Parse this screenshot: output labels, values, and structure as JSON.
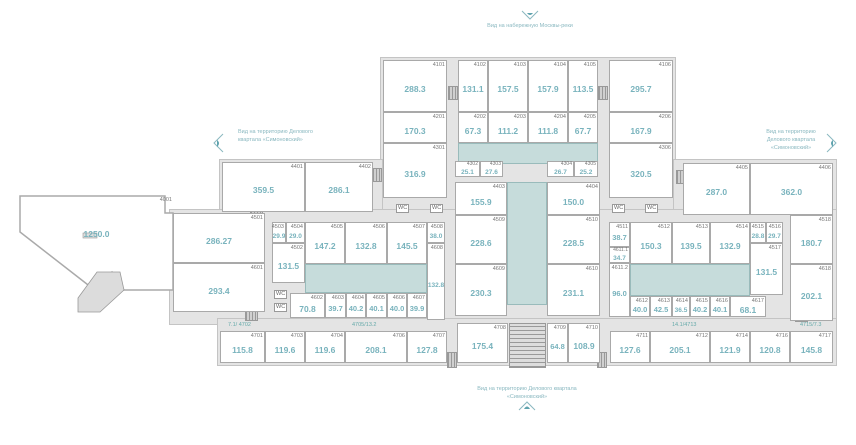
{
  "colors": {
    "area_text": "#79b3bd",
    "atrium": "#c6dcdb",
    "corridor": "#e4e4e4"
  },
  "views": {
    "top": "Вид на набережную Москвы-реки",
    "left": "Вид на территорию Делового квартала «Симоновский»",
    "right": "Вид на территорию Делового квартала «Симоновский»",
    "bottom": "Вид на территорию Делового квартала «Симоновский»"
  },
  "rooms": [
    {
      "id": "4101",
      "area": "288.3"
    },
    {
      "id": "4102",
      "area": "131.1"
    },
    {
      "id": "4103",
      "area": "157.5"
    },
    {
      "id": "4104",
      "area": "157.9"
    },
    {
      "id": "4105",
      "area": "113.5"
    },
    {
      "id": "4106",
      "area": "295.7"
    },
    {
      "id": "4201",
      "area": "170.3"
    },
    {
      "id": "4202",
      "area": "67.3"
    },
    {
      "id": "4203",
      "area": "111.2"
    },
    {
      "id": "4204",
      "area": "111.8"
    },
    {
      "id": "4205",
      "area": "67.7"
    },
    {
      "id": "4206",
      "area": "167.9"
    },
    {
      "id": "4301",
      "area": "316.9"
    },
    {
      "id": "4302",
      "area": "25.1"
    },
    {
      "id": "4303",
      "area": "27.6"
    },
    {
      "id": "4304",
      "area": "26.7"
    },
    {
      "id": "4305",
      "area": "25.2"
    },
    {
      "id": "4306",
      "area": "320.5"
    },
    {
      "id": "4401",
      "area": "359.5"
    },
    {
      "id": "4402",
      "area": "286.1"
    },
    {
      "id": "4403",
      "area": "155.9"
    },
    {
      "id": "4404",
      "area": "150.0"
    },
    {
      "id": "4405",
      "area": "287.0"
    },
    {
      "id": "4406",
      "area": "362.0"
    },
    {
      "id": "4001",
      "area": "1250.0"
    },
    {
      "id": "4501",
      "area": "286.27"
    },
    {
      "id": "4502",
      "area": "131.5"
    },
    {
      "id": "4503",
      "area": "29.9"
    },
    {
      "id": "4504",
      "area": "29.0"
    },
    {
      "id": "4505",
      "area": "147.2"
    },
    {
      "id": "4506",
      "area": "132.8"
    },
    {
      "id": "4507",
      "area": "145.5"
    },
    {
      "id": "4508",
      "area": "38.0"
    },
    {
      "id": "4509",
      "area": "228.6"
    },
    {
      "id": "4510",
      "area": "228.5"
    },
    {
      "id": "4511",
      "area": "38.7"
    },
    {
      "id": "4611.1",
      "area": "34.7"
    },
    {
      "id": "4512",
      "area": "150.3"
    },
    {
      "id": "4513",
      "area": "139.5"
    },
    {
      "id": "4514",
      "area": "132.9"
    },
    {
      "id": "4515",
      "area": "28.8"
    },
    {
      "id": "4516",
      "area": "29.7"
    },
    {
      "id": "4517",
      "area": "131.5"
    },
    {
      "id": "4518",
      "area": "180.7"
    },
    {
      "id": "4601",
      "area": "293.4"
    },
    {
      "id": "4602",
      "area": "70.8"
    },
    {
      "id": "4603",
      "area": "39.7"
    },
    {
      "id": "4604",
      "area": "40.2"
    },
    {
      "id": "4605",
      "area": "40.1"
    },
    {
      "id": "4606",
      "area": "40.0"
    },
    {
      "id": "4607",
      "area": "39.9"
    },
    {
      "id": "4608",
      "area": "132.8"
    },
    {
      "id": "4609",
      "area": "230.3"
    },
    {
      "id": "4610",
      "area": "231.1"
    },
    {
      "id": "4611.2",
      "area": "96.0"
    },
    {
      "id": "4612",
      "area": "40.0"
    },
    {
      "id": "4613",
      "area": "42.5"
    },
    {
      "id": "4614",
      "area": "36.5"
    },
    {
      "id": "4615",
      "area": "40.2"
    },
    {
      "id": "4616",
      "area": "40.1"
    },
    {
      "id": "4617",
      "area": "68.1"
    },
    {
      "id": "4618",
      "area": "202.1"
    },
    {
      "id": "4701",
      "area": "115.8"
    },
    {
      "id": "4703",
      "area": "119.6"
    },
    {
      "id": "4704",
      "area": "119.6"
    },
    {
      "id": "4706",
      "area": "208.1"
    },
    {
      "id": "4707",
      "area": "127.8"
    },
    {
      "id": "4708",
      "area": "175.4"
    },
    {
      "id": "4709",
      "area": "64.8"
    },
    {
      "id": "4710",
      "area": "108.9"
    },
    {
      "id": "4711",
      "area": "127.6"
    },
    {
      "id": "4712",
      "area": "205.1"
    },
    {
      "id": "4714",
      "area": "121.9"
    },
    {
      "id": "4716",
      "area": "120.8"
    },
    {
      "id": "4717",
      "area": "145.8"
    }
  ],
  "notes": [
    "7.1/ 4702",
    "4705/13.2",
    "14.1/4713",
    "4715/7.3"
  ],
  "wc_label": "WC"
}
